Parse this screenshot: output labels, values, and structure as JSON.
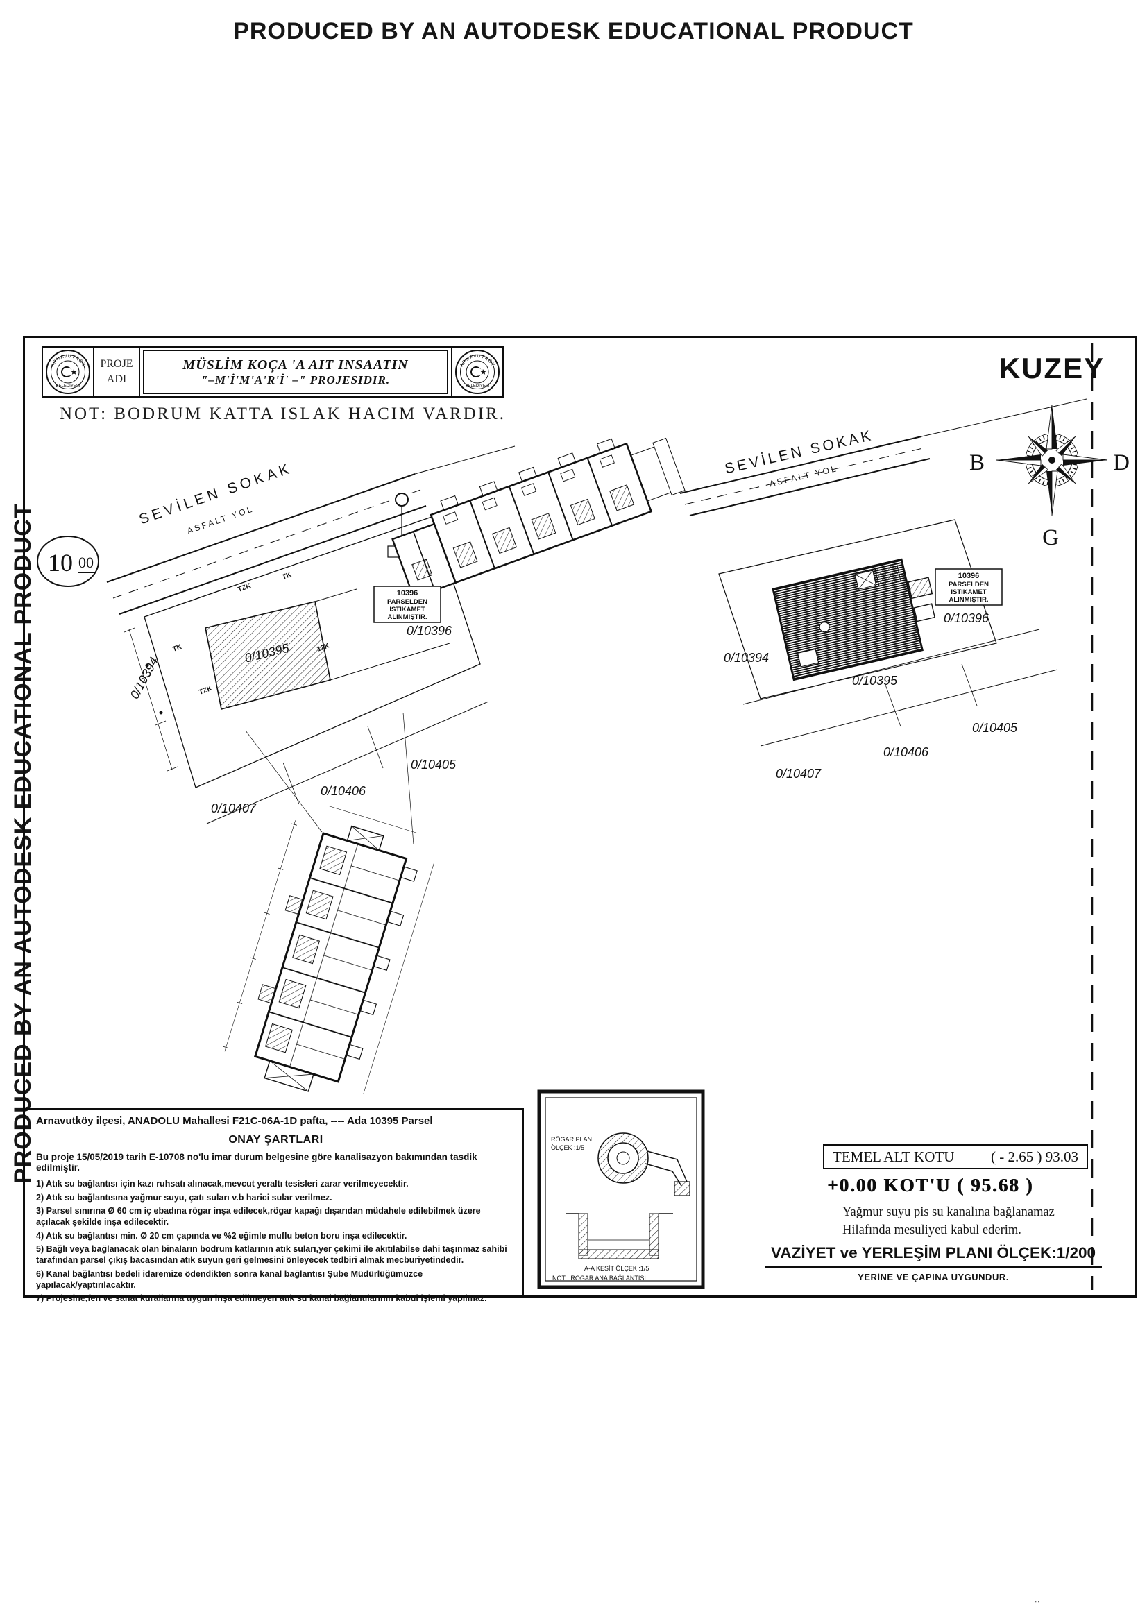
{
  "watermark": {
    "text": "PRODUCED BY AN AUTODESK EDUCATIONAL PRODUCT"
  },
  "title_block": {
    "logo_top": "ARNAVUTKÖY",
    "logo_bottom": "BELEDİYESİ",
    "label_line1": "PROJE",
    "label_line2": "ADI",
    "project_line1": "MÜSLİM KOÇA 'A  AIT INSAATIN",
    "project_line2": "\"–M'İ'M'A'R'İ' –\" PROJESIDIR."
  },
  "note": {
    "text": "NOT: BODRUM KATTA ISLAK HACIM VARDIR."
  },
  "compass": {
    "label": "KUZEY",
    "west": "B",
    "east": "D",
    "south": "G"
  },
  "scale_mark": {
    "big": "10",
    "small": "00"
  },
  "streets": {
    "name": "SEVİLEN SOKAK",
    "type": "ASFALT YOL"
  },
  "stake_note": {
    "l1": "10396",
    "l2": "PARSELDEN",
    "l3": "ISTIKAMET",
    "l4": "ALINMIŞTIR."
  },
  "parcels": {
    "p10394": "0/10394",
    "p10395": "0/10395",
    "p10396": "0/10396",
    "p10405": "0/10405",
    "p10406": "0/10406",
    "p10407": "0/10407"
  },
  "site": {
    "marker_tk": "TK",
    "marker_tzk": "TZK",
    "marker_12k": "12K"
  },
  "detail": {
    "plan_l1": "RÖGAR PLAN",
    "plan_l2": "ÖLÇEK :1/5",
    "section_label": "A-A KESİT ÖLÇEK :1/5",
    "note": "NOT : RÖGAR ANA BAĞLANTISI"
  },
  "approval": {
    "location": "Arnavutköy ilçesi, ANADOLU Mahallesi F21C-06A-1D pafta, ---- Ada  10395 Parsel",
    "heading": "ONAY ŞARTLARI",
    "intro": "Bu proje 15/05/2019  tarih  E-10708  no'lu imar durum belgesine göre kanalisazyon bakımından tasdik edilmiştir.",
    "items": [
      "1) Atık su bağlantısı için kazı ruhsatı alınacak,mevcut yeraltı tesisleri zarar verilmeyecektir.",
      "2) Atık su bağlantısına yağmur suyu, çatı suları v.b harici sular verilmez.",
      "3) Parsel sınırına Ø 60 cm iç ebadına rögar inşa edilecek,rögar kapağı dışarıdan müdahele edilebilmek üzere açılacak şekilde inşa edilecektir.",
      "4) Atık su bağlantısı min. Ø 20 cm çapında ve %2 eğimle muflu beton boru inşa edilecektir.",
      "5) Bağlı veya bağlanacak olan binaların bodrum katlarının atık suları,yer çekimi ile akıtılabilse dahi taşınmaz sahibi tarafından parsel çıkış bacasından atık suyun geri gelmesini önleyecek tedbiri almak mecburiyetindedir.",
      "6) Kanal bağlantısı bedeli idaremize ödendikten sonra kanal bağlantısı Şube Müdürlüğümüzce yapılacak/yaptırılacaktır.",
      "7) Projesine,fen ve sanat kurallarına uygun inşa edilmeyen atık su kanal bağlantılarının kabul işlemi yapılmaz."
    ]
  },
  "summary": {
    "temel_label": "TEMEL ALT KOTU",
    "temel_value": "( - 2.65 ) 93.03",
    "kot_value": "+0.00 KOT'U  ( 95.68 )",
    "rain1": "Yağmur suyu pis su kanalına bağlanamaz",
    "rain2": "Hilafında mesuliyeti kabul ederim.",
    "plan_title": "VAZİYET ve YERLEŞİM PLANI ÖLÇEK:1/200",
    "conformity": "YERİNE VE ÇAPINA UYGUNDUR."
  }
}
